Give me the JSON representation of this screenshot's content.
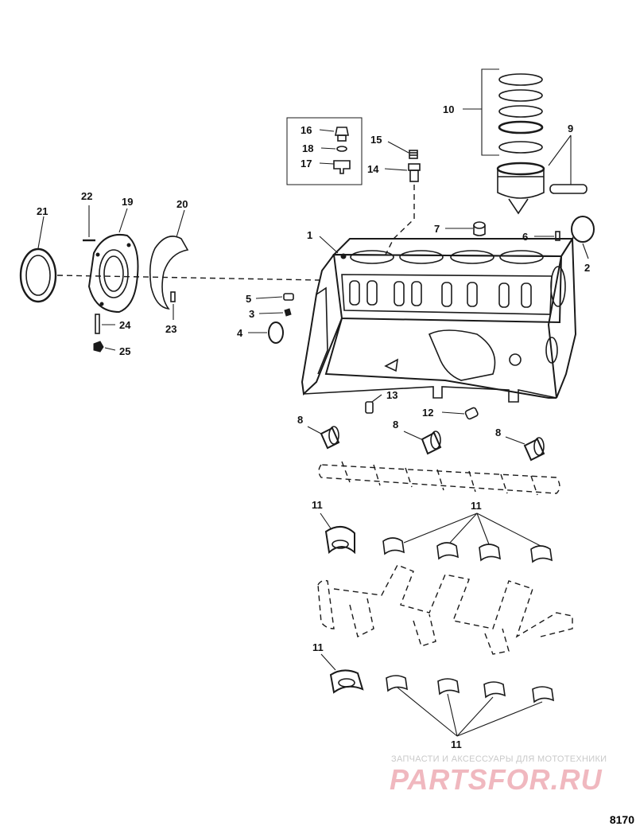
{
  "callouts": {
    "c1": "1",
    "c2": "2",
    "c3": "3",
    "c4": "4",
    "c5": "5",
    "c6": "6",
    "c7": "7",
    "c8a": "8",
    "c8b": "8",
    "c8c": "8",
    "c9": "9",
    "c10": "10",
    "c11a": "11",
    "c11b": "11",
    "c11c": "11",
    "c11d": "11",
    "c12": "12",
    "c13": "13",
    "c14": "14",
    "c15": "15",
    "c16": "16",
    "c17": "17",
    "c18": "18",
    "c19": "19",
    "c20": "20",
    "c21": "21",
    "c22": "22",
    "c23": "23",
    "c24": "24",
    "c25": "25"
  },
  "watermark": {
    "tagline": "ЗАПЧАСТИ И АКСЕССУАРЫ ДЛЯ МОТОТЕХНИКИ",
    "brand": "PARTSFOR.RU"
  },
  "figure_number": "8170"
}
